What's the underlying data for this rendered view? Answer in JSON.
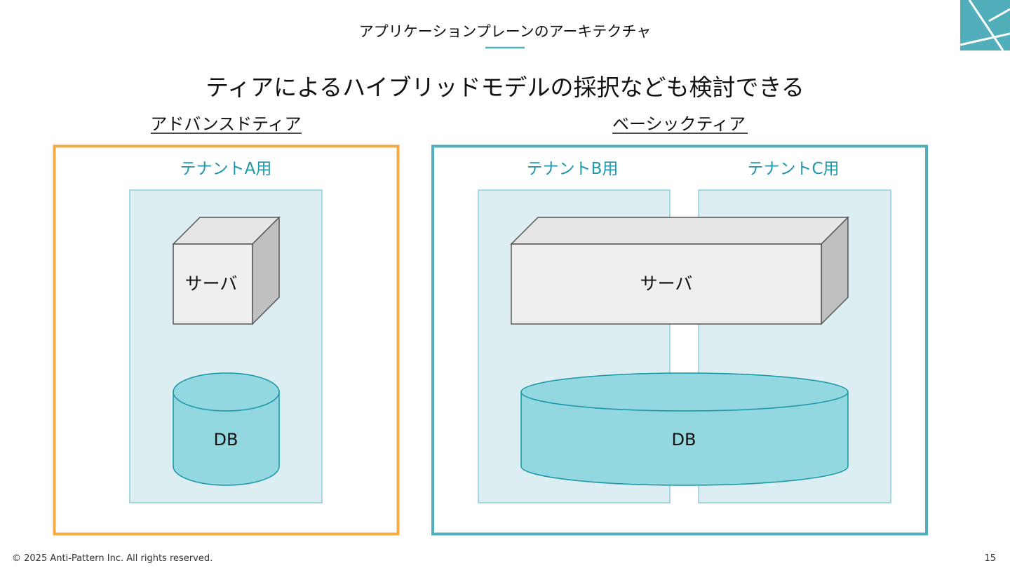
{
  "header": {
    "section_title": "アプリケーションプレーンのアーキテクチャ"
  },
  "main": {
    "headline": "ティアによるハイブリッドモデルの採択なども検討できる"
  },
  "advanced_tier": {
    "title": "アドバンスドティア",
    "tenant_label": "テナントA用",
    "server_label": "サーバ",
    "db_label": "DB"
  },
  "basic_tier": {
    "title": "ベーシックティア",
    "tenant_b_label": "テナントB用",
    "tenant_c_label": "テナントC用",
    "server_label": "サーバ",
    "db_label": "DB"
  },
  "footer": {
    "copyright": "© 2025 Anti-Pattern Inc. All rights reserved.",
    "page_number": "15"
  },
  "colors": {
    "teal": "#51aebb",
    "teal_text": "#1f97ab",
    "orange": "#f6ab45",
    "tenant_fill": "#ddeef3",
    "tenant_stroke": "#8fcfdc",
    "db_fill": "#93d7e0",
    "db_stroke": "#1596a6",
    "server_front": "#efefef",
    "server_top": "#e6e6e6",
    "server_side": "#c0c0c0"
  },
  "icons": {
    "logo": "logo-mark-icon"
  }
}
